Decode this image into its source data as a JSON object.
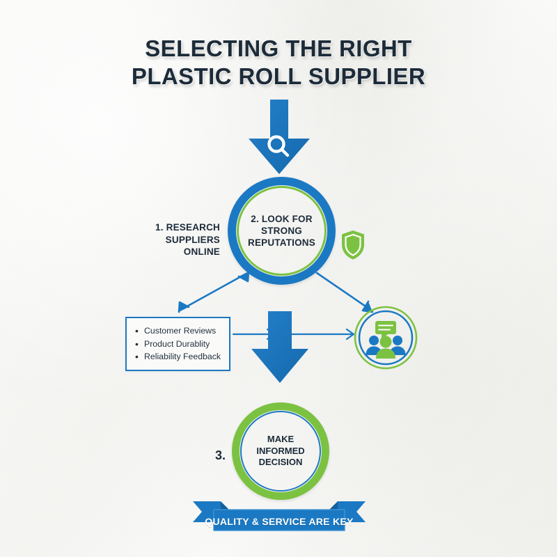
{
  "title": {
    "line1": "SELECTING THE RIGHT",
    "line2": "PLASTIC ROLL SUPPLIER"
  },
  "steps": {
    "step1": {
      "line1": "1. RESEARCH",
      "line2": "SUPPLIERS",
      "line3": "ONLINE"
    },
    "step2": {
      "line1": "2. LOOK FOR",
      "line2": "STRONG",
      "line3": "REPUTATIONS"
    },
    "step3": {
      "number": "3.",
      "line1": "MAKE",
      "line2": "INFORMED",
      "line3": "DECISION"
    }
  },
  "criteria": {
    "items": [
      "Customer Reviews",
      "Product Durablity",
      "Reliability Feedback"
    ]
  },
  "banner": {
    "label": "QUALITY & SERVICE ARE KEY"
  },
  "icons": {
    "search": "magnifier-icon",
    "shield": "shield-icon",
    "people": "people-group-icon",
    "arrow_down_top": "down-arrow-search",
    "arrow_down_main": "down-arrow-flow"
  },
  "colors": {
    "blue": "#1b79c3",
    "blue_dark": "#1668ab",
    "green": "#7cc242",
    "ink": "#1c2b39",
    "paper": "#f5f5f3",
    "white": "#ffffff"
  }
}
